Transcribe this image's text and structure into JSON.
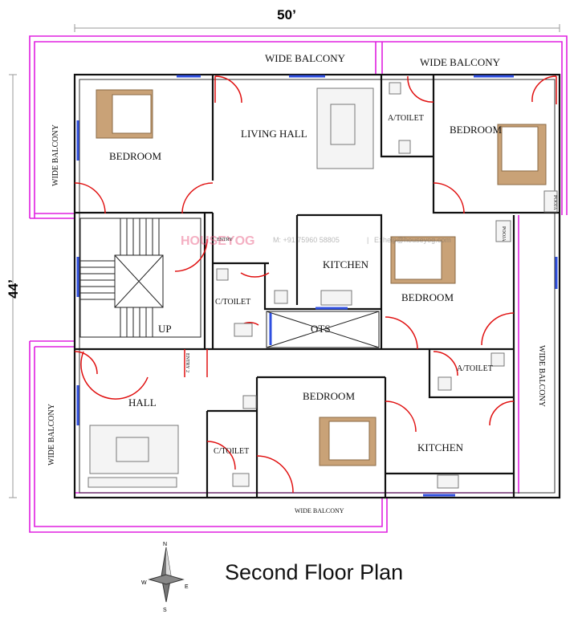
{
  "dimensions": {
    "width": "50’",
    "depth": "44’"
  },
  "title": "Second Floor Plan",
  "watermark": {
    "brand": "HOUSEYOG",
    "phone": "M: +91 75960 58805",
    "separator": "|",
    "email": "E: help@houseyog.com"
  },
  "rooms": {
    "balcony_top": "WIDE BALCONY",
    "balcony_top_right": "WIDE BALCONY",
    "balcony_left_top": "WIDE BALCONY",
    "balcony_left_bottom": "WIDE BALCONY",
    "balcony_right": "WIDE BALCONY",
    "balcony_bottom": "WIDE BALCONY",
    "bedroom_1": "BEDROOM",
    "living_hall": "LIVING HALL",
    "atoilet_1": "A/TOILET",
    "bedroom_2": "BEDROOM",
    "pooja_1": "POOJA",
    "entry_1": "ENTRY",
    "kitchen_1": "KITCHEN",
    "ctoilet_1": "C/TOILET",
    "bedroom_3": "BEDROOM",
    "pooja_2": "POOJA",
    "stairs_up": "UP",
    "ots": "OTS",
    "entry_2": "ENTRY 2",
    "atoilet_2": "A/TOILET",
    "hall": "HALL",
    "bedroom_4": "BEDROOM",
    "ctoilet_2": "C/TOILET",
    "kitchen_2": "KITCHEN"
  },
  "compass": {
    "north": "N",
    "south": "S",
    "east": "E",
    "west": "W"
  },
  "colors": {
    "walls": "#111111",
    "balcony_outline": "#e020e0",
    "doors": "#e01010",
    "windows": "#3050e0",
    "furniture": "#c9a277"
  }
}
